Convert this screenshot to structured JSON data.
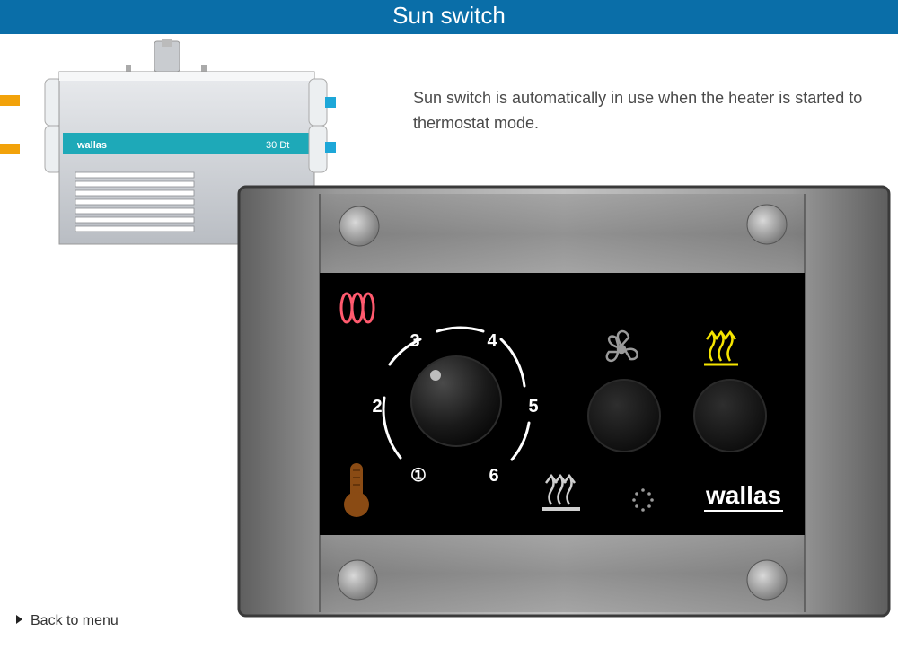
{
  "header": {
    "title": "Sun switch"
  },
  "content": {
    "description": "Sun switch is automatically in use when the heater is started to thermostat mode."
  },
  "nav": {
    "back_label": "Back to menu"
  },
  "heater": {
    "brand": "wallas",
    "model": "30 Dt",
    "icon": "heater-unit-illustration"
  },
  "panel": {
    "brand": "wallas",
    "dial": {
      "labels": [
        "①",
        "2",
        "3",
        "4",
        "5",
        "6"
      ],
      "icon": "temperature-knob-icon"
    },
    "icons": {
      "heating": "heating-element-icon",
      "thermometer": "thermometer-icon",
      "fan": "fan-icon",
      "sun_switch": "sun-switch-icon",
      "heat_up": "heat-up-icon",
      "indicator": "dotted-indicator-icon"
    },
    "colors": {
      "heating": "#ff5a6e",
      "thermometer": "#8a4b14",
      "sun_switch": "#f5e400",
      "header": "#0a6ea8"
    }
  }
}
